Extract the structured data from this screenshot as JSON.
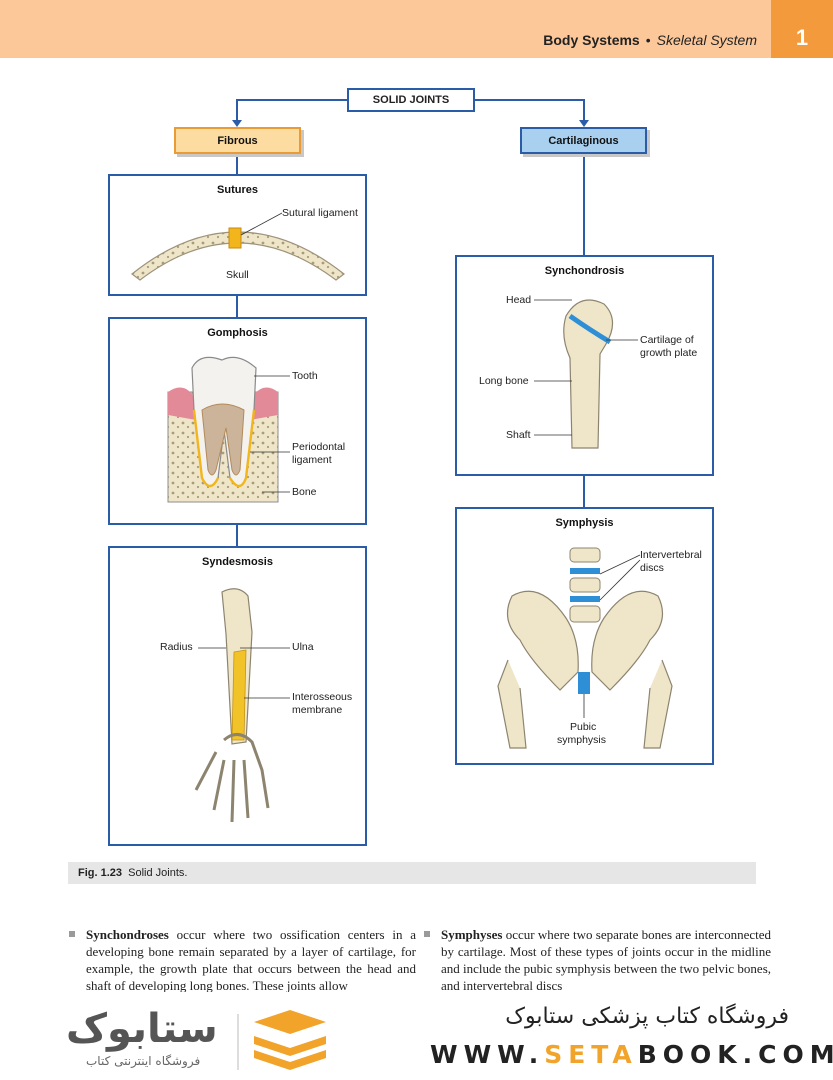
{
  "header": {
    "section": "Body Systems",
    "separator": "•",
    "subsection": "Skeletal System",
    "chapter": "1"
  },
  "figure": {
    "root": "SOLID JOINTS",
    "fibrous": "Fibrous",
    "cartilaginous": "Cartilaginous",
    "sutures": {
      "title": "Sutures",
      "ligament": "Sutural ligament",
      "skull": "Skull"
    },
    "gomphosis": {
      "title": "Gomphosis",
      "tooth": "Tooth",
      "periodontal_1": "Periodontal",
      "periodontal_2": "ligament",
      "bone": "Bone"
    },
    "syndesmosis": {
      "title": "Syndesmosis",
      "radius": "Radius",
      "ulna": "Ulna",
      "interosseous_1": "Interosseous",
      "interosseous_2": "membrane"
    },
    "synchondrosis": {
      "title": "Synchondrosis",
      "head": "Head",
      "cartilage_1": "Cartilage of",
      "cartilage_2": "growth plate",
      "long_bone": "Long bone",
      "shaft": "Shaft"
    },
    "symphysis": {
      "title": "Symphysis",
      "discs_1": "Intervertebral",
      "discs_2": "discs",
      "pubic_1": "Pubic",
      "pubic_2": "symphysis"
    }
  },
  "caption": {
    "num": "Fig. 1.23",
    "text": "Solid Joints."
  },
  "body": {
    "left_term": "Synchondroses",
    "left_text": " occur where two ossification centers in a developing bone remain separated by a layer of cartilage, for example, the growth plate that occurs between the head and shaft of developing long bones. These joints allow",
    "right_term": "Symphyses",
    "right_text": " occur where two separate bones are interconnected by cartilage. Most of these types of joints occur in the midline and include the pubic symphysis between the two pelvic bones, and intervertebral discs"
  },
  "watermark": {
    "logo_word": "ستابوک",
    "logo_sub": "فروشگاه اینترنتی کتاب",
    "shop_name": "فروشگاه کتاب پزشکی ستابوک",
    "site_pre": "WWW.",
    "site_accent": "SETA",
    "site_post": "BOOK.COM"
  },
  "colors": {
    "header_band": "#fcc89a",
    "chapter_tab": "#f39a3c",
    "box_border": "#2b5ca8",
    "cartilage": "#2e8fd6",
    "ligament": "#f2b51c"
  }
}
